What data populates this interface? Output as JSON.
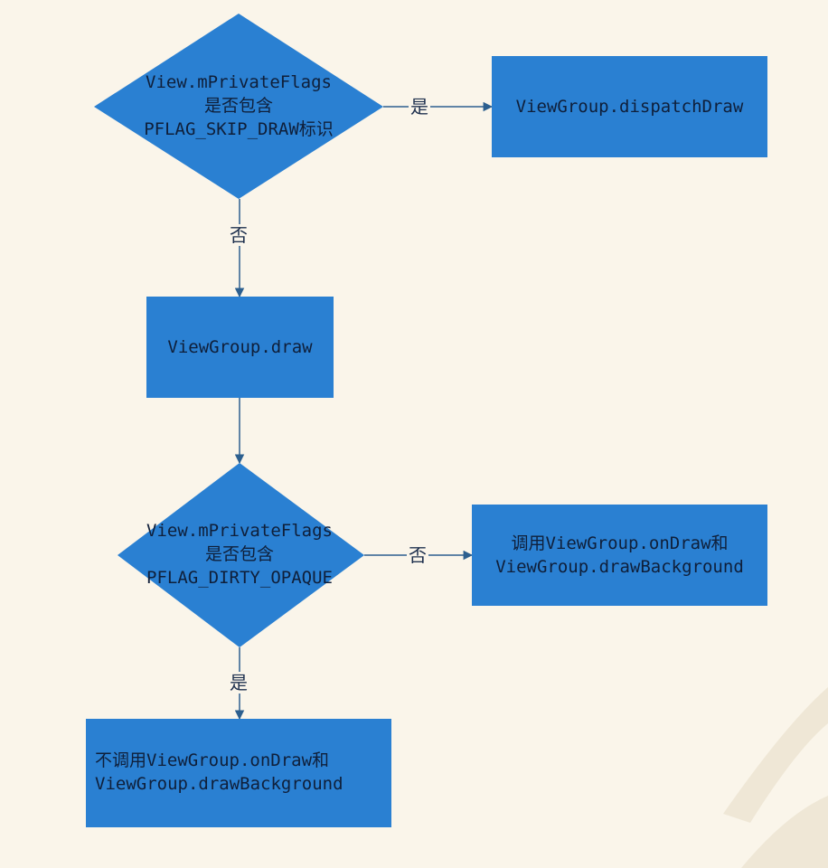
{
  "colors": {
    "background": "#faf5ea",
    "node_fill": "#2a80d2",
    "edge": "#2c5f8f",
    "text": "#0f1f3a"
  },
  "nodes": {
    "decision1": {
      "lines": [
        "View.mPrivateFlags",
        "是否包含",
        "PFLAG_SKIP_DRAW标识"
      ]
    },
    "dispatch_draw": {
      "lines": [
        "ViewGroup.dispatchDraw"
      ]
    },
    "draw": {
      "lines": [
        "ViewGroup.draw"
      ]
    },
    "decision2": {
      "lines": [
        "View.mPrivateFlags",
        "是否包含",
        "PFLAG_DIRTY_OPAQUE"
      ]
    },
    "call_ondraw": {
      "lines": [
        "调用ViewGroup.onDraw和",
        "ViewGroup.drawBackground"
      ]
    },
    "no_call_ondraw": {
      "lines": [
        "不调用ViewGroup.onDraw和",
        "ViewGroup.drawBackground"
      ]
    }
  },
  "edges": {
    "d1_yes": "是",
    "d1_no": "否",
    "d2_no": "否",
    "d2_yes": "是"
  }
}
